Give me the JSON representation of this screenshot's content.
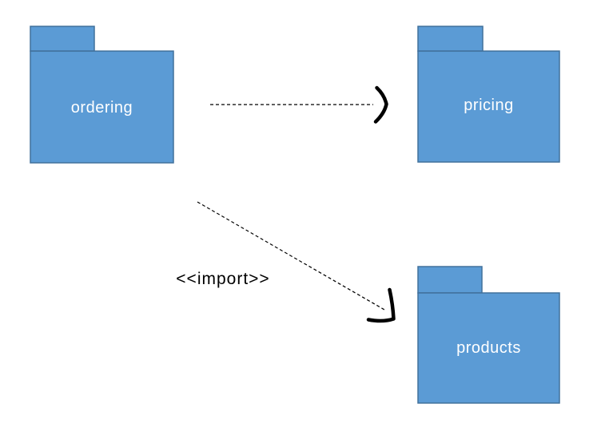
{
  "diagram": {
    "packages": [
      {
        "id": "ordering",
        "label": "ordering"
      },
      {
        "id": "pricing",
        "label": "pricing"
      },
      {
        "id": "products",
        "label": "products"
      }
    ],
    "dependencies": [
      {
        "from": "ordering",
        "to": "pricing",
        "style": "dashed",
        "label": ""
      },
      {
        "from": "ordering",
        "to": "products",
        "style": "dashed",
        "label": "<<import>>"
      }
    ],
    "colors": {
      "package_fill": "#5B9BD5",
      "package_border": "#41719C",
      "package_label": "#FFFFFF",
      "connector": "#000000",
      "background": "#FFFFFF"
    }
  }
}
